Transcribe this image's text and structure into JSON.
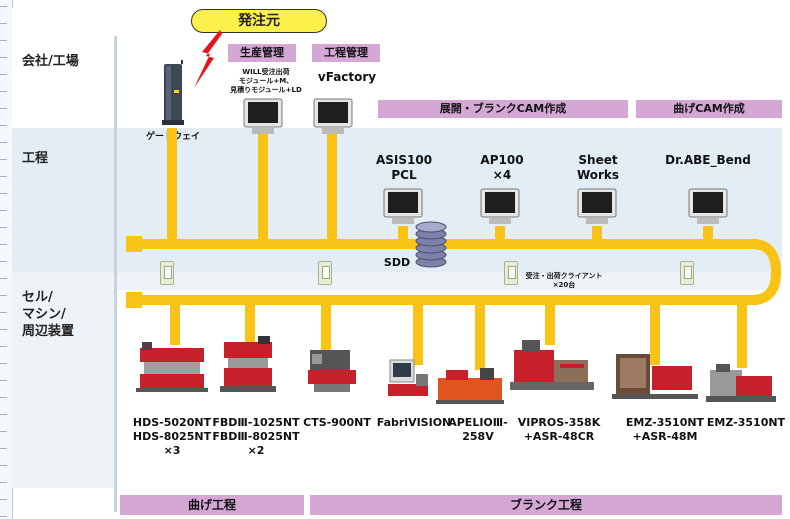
{
  "orderer": "発注元",
  "rows": {
    "company": "会社/工場",
    "process": "工程",
    "cell": "セル/\nマシン/\n周辺装置"
  },
  "top_tags": {
    "production": "生産管理",
    "process_mgmt": "工程管理"
  },
  "production_desc": "WILL受注出荷\nモジュール+M、\n見積りモジュール+LD",
  "vfactory": "vFactory",
  "gateway": "ゲートウェイ",
  "cam_bars": {
    "blank": "展開・ブランクCAM作成",
    "bend": "曲げCAM作成"
  },
  "software": [
    "ASIS100\nPCL",
    "AP100\n×4",
    "Sheet\nWorks",
    "Dr.ABE_Bend"
  ],
  "sdd": "SDD",
  "clients": "受注・出荷クライアント\n×20台",
  "machines": [
    "HDS-5020NT\nHDS-8025NT\n×3",
    "FBDⅢ-1025NT\nFBDⅢ-8025NT\n×2",
    "CTS-900NT",
    "FabriVISION",
    "APELIOⅢ-\n258V",
    "VIPROS-358K\n+ASR-48CR",
    "EMZ-3510NT\n+ASR-48M",
    "EMZ-3510NT"
  ],
  "bottom_bars": {
    "bend": "曲げ工程",
    "blank": "ブランク工程"
  },
  "colors": {
    "bus": "#f9c316",
    "tag": "#d5a7d5",
    "orderer_fill": "#fcf04a",
    "bolt": "#e8141b"
  }
}
